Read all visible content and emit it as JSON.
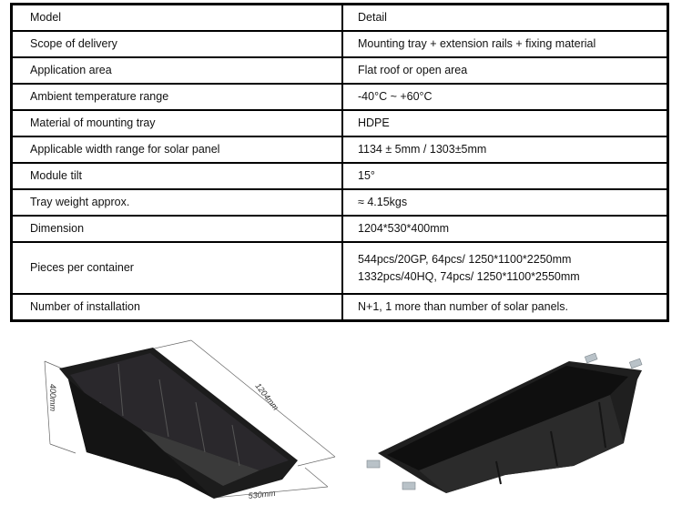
{
  "table": {
    "header": {
      "key": "Model",
      "value": "Detail"
    },
    "rows": [
      {
        "key": "Scope of delivery",
        "value": "Mounting tray + extension rails + fixing material"
      },
      {
        "key": "Application area",
        "value": "Flat roof or open area"
      },
      {
        "key": "Ambient temperature range",
        "value": "-40°C ~ +60°C"
      },
      {
        "key": "Material of mounting tray",
        "value": "HDPE"
      },
      {
        "key": "Applicable width range for solar panel",
        "value": "1134 ± 5mm / 1303±5mm"
      },
      {
        "key": "Module tilt",
        "value": "15°"
      },
      {
        "key": "Tray weight approx.",
        "value": "≈ 4.15kgs"
      },
      {
        "key": "Dimension",
        "value": "1204*530*400mm"
      },
      {
        "key": "Pieces per container",
        "value_lines": [
          "544pcs/20GP, 64pcs/ 1250*1100*2250mm",
          "1332pcs/40HQ, 74pcs/ 1250*1100*2550mm"
        ]
      },
      {
        "key": "Number of installation",
        "value": "N+1, 1 more than number of solar panels."
      }
    ]
  },
  "figures": {
    "left": {
      "description": "dimensioned drawing of black HDPE mounting tray",
      "dim_height": "400mm",
      "dim_length": "1204mm",
      "dim_width": "530mm"
    },
    "right": {
      "description": "rendered black mounting tray with metal clamps"
    }
  },
  "colors": {
    "tray": "#1c1c1c",
    "tray_inner": "#2a282c",
    "border": "#000000",
    "clamp": "#b9c2c8"
  }
}
